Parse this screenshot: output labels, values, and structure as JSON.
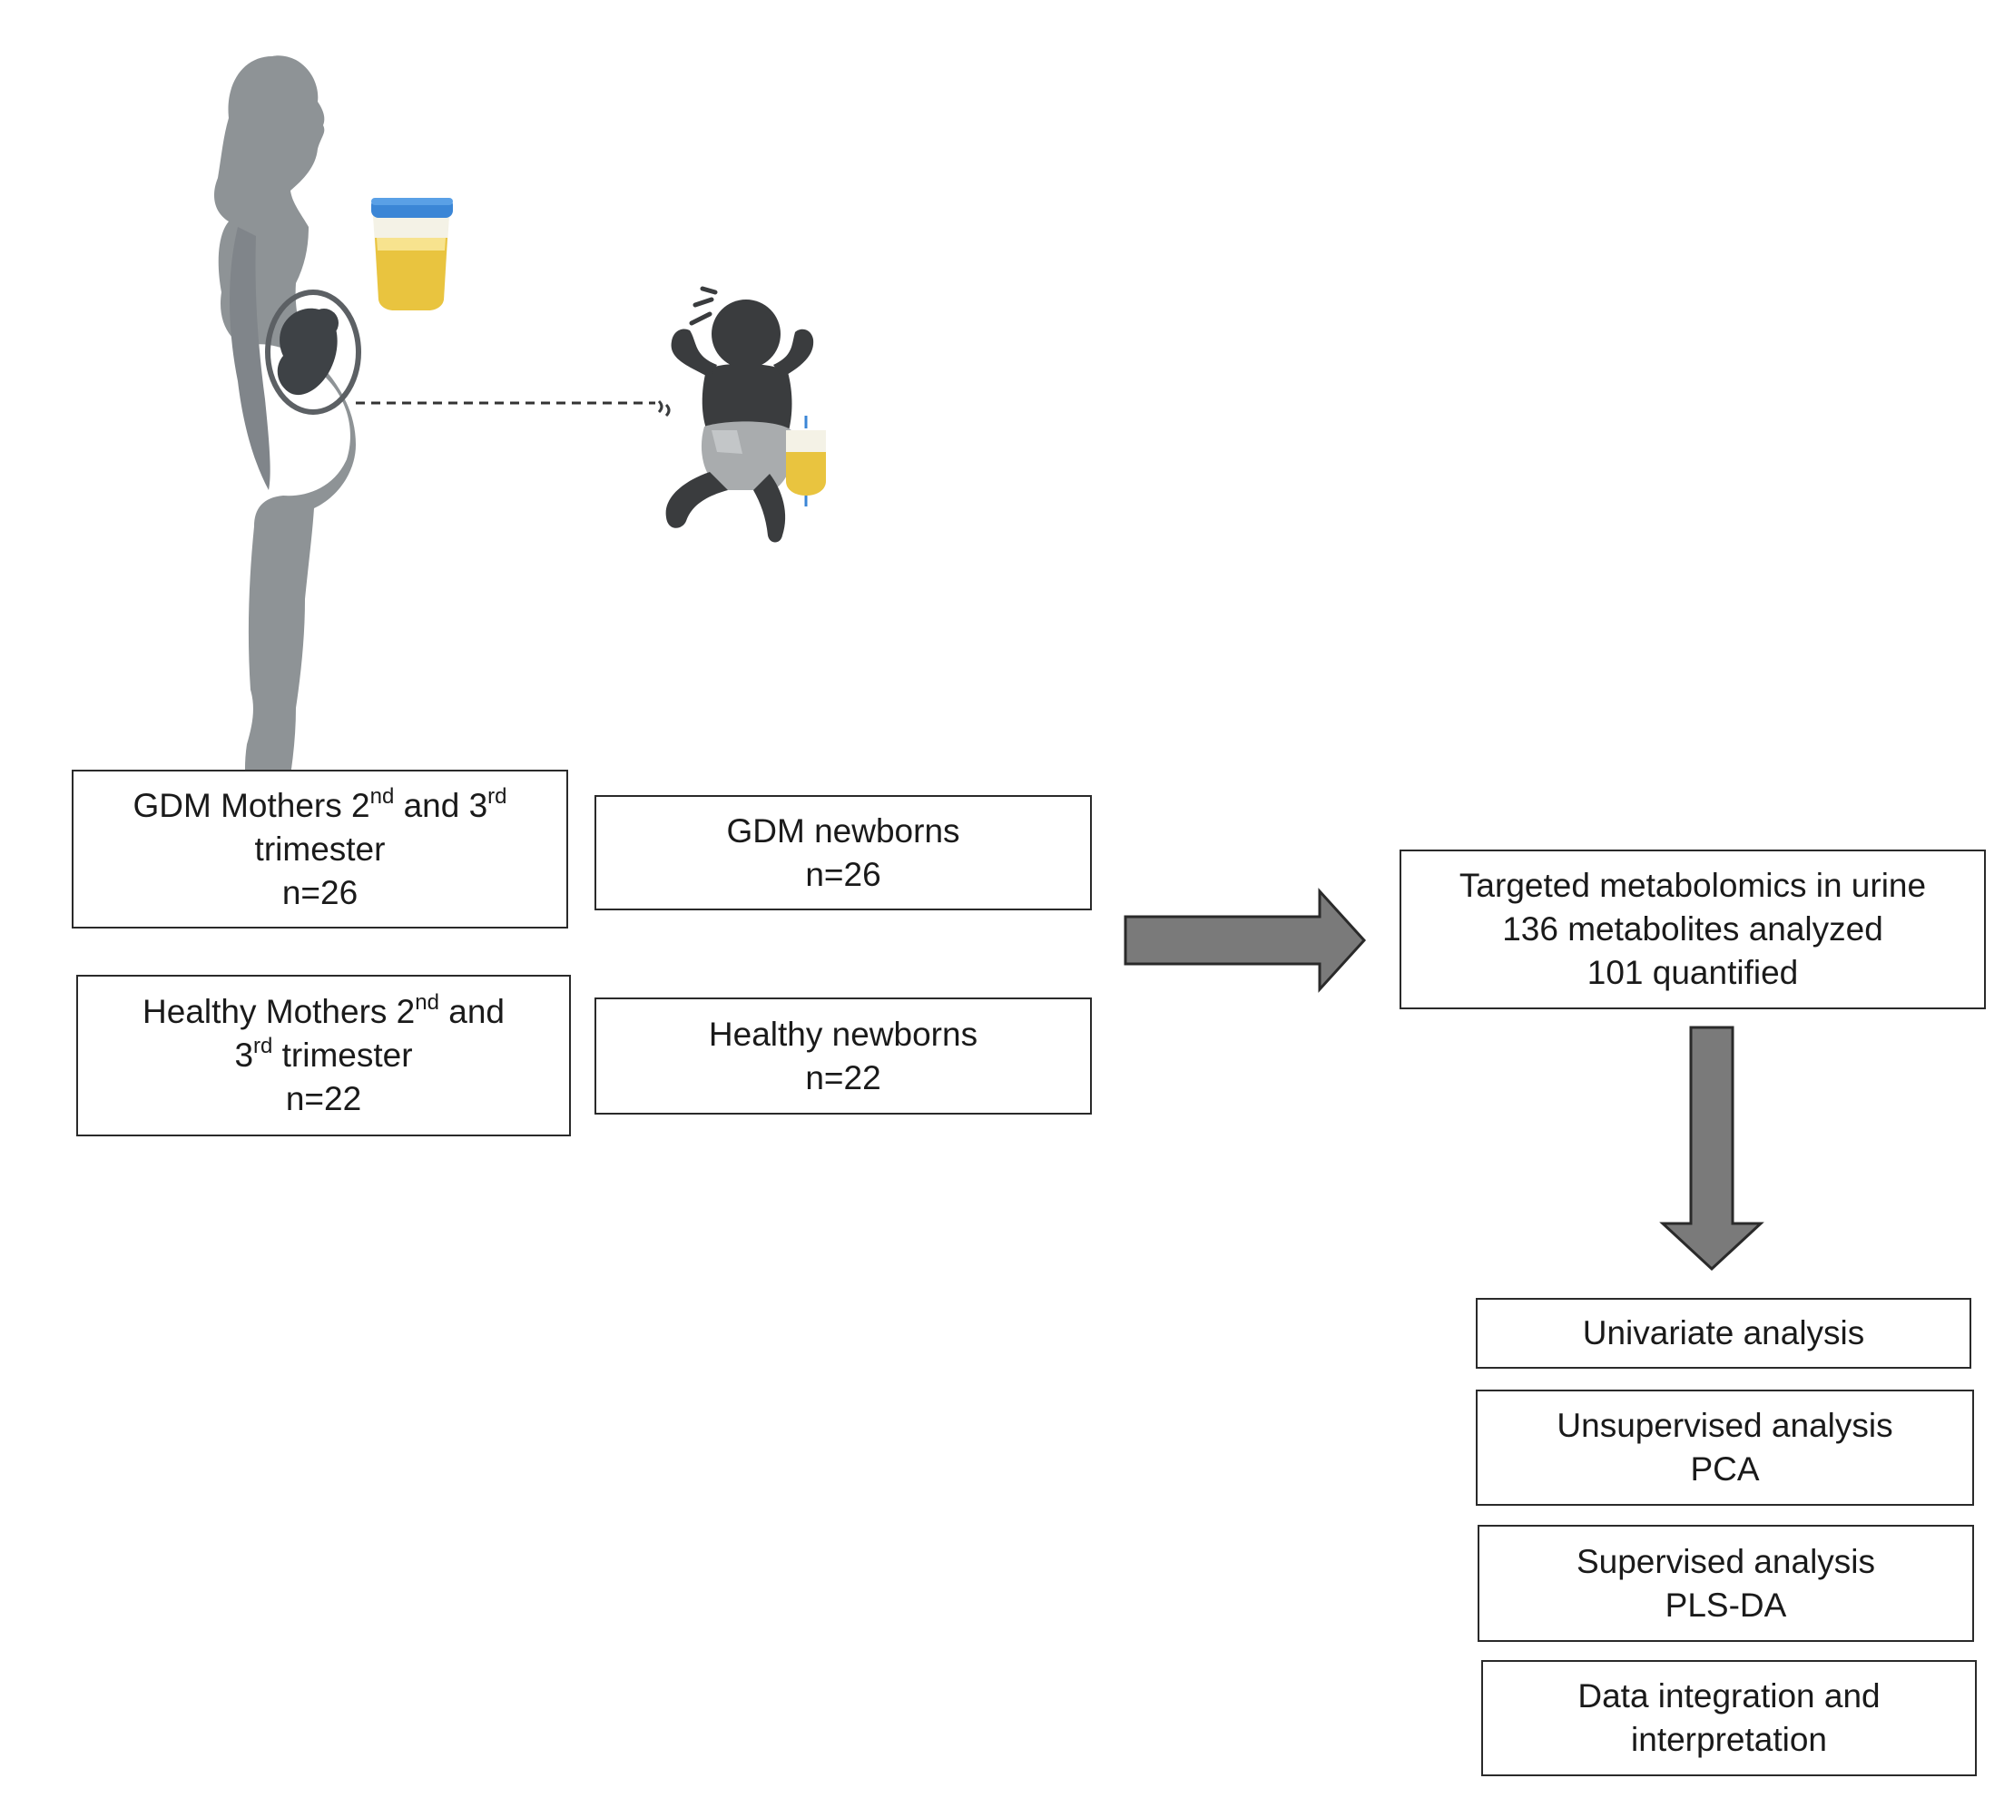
{
  "groups": {
    "gdm_mothers": {
      "line1_a": "GDM Mothers 2",
      "line1_sup1": "nd",
      "line1_b": " and 3",
      "line1_sup2": "rd",
      "line2": "trimester",
      "n": "n=26"
    },
    "healthy_mothers": {
      "line1_a": "Healthy Mothers 2",
      "line1_sup1": "nd",
      "line1_b": " and",
      "line2_a": "3",
      "line2_sup": "rd",
      "line2_b": " trimester",
      "n": "n=22"
    },
    "gdm_newborns": {
      "label": "GDM newborns",
      "n": "n=26"
    },
    "healthy_newborns": {
      "label": "Healthy newborns",
      "n": "n=22"
    }
  },
  "metabolomics": {
    "line1": "Targeted metabolomics in urine",
    "line2": "136 metabolites analyzed",
    "line3": "101 quantified"
  },
  "analyses": [
    {
      "line1": "Univariate analysis",
      "line2": ""
    },
    {
      "line1": "Unsupervised analysis",
      "line2": "PCA"
    },
    {
      "line1": "Supervised analysis",
      "line2": "PLS-DA"
    },
    {
      "line1": "Data integration and",
      "line2": "interpretation"
    }
  ],
  "icons": {
    "mother": "pregnant-woman-silhouette-icon",
    "baby": "crying-baby-icon",
    "urine_cup": "urine-sample-cup-icon",
    "urine_bag": "urine-collection-bag-icon"
  },
  "colors": {
    "silhouette": "#8e9396",
    "baby": "#3a3c3e",
    "diaper": "#a9acae",
    "urine": "#e9c43f",
    "lid": "#3b86d6",
    "arrow": "#7a7a7a",
    "border": "#2a2a2a"
  }
}
